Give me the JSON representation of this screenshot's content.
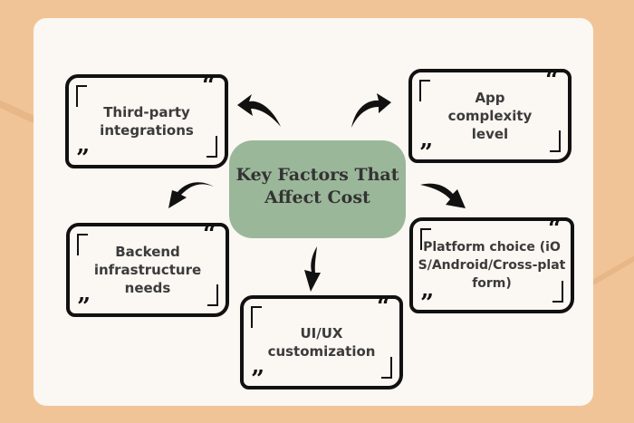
{
  "center": {
    "title": "Key Factors That Affect Cost"
  },
  "factors": [
    {
      "label": "Third-party integrations"
    },
    {
      "label": "App complexity level"
    },
    {
      "label": "Backend infrastructure needs"
    },
    {
      "label": "Platform choice (iOS/Android/Cross-platform)"
    },
    {
      "label": "UI/UX customization"
    }
  ],
  "quote_open": "“",
  "quote_close": "”"
}
